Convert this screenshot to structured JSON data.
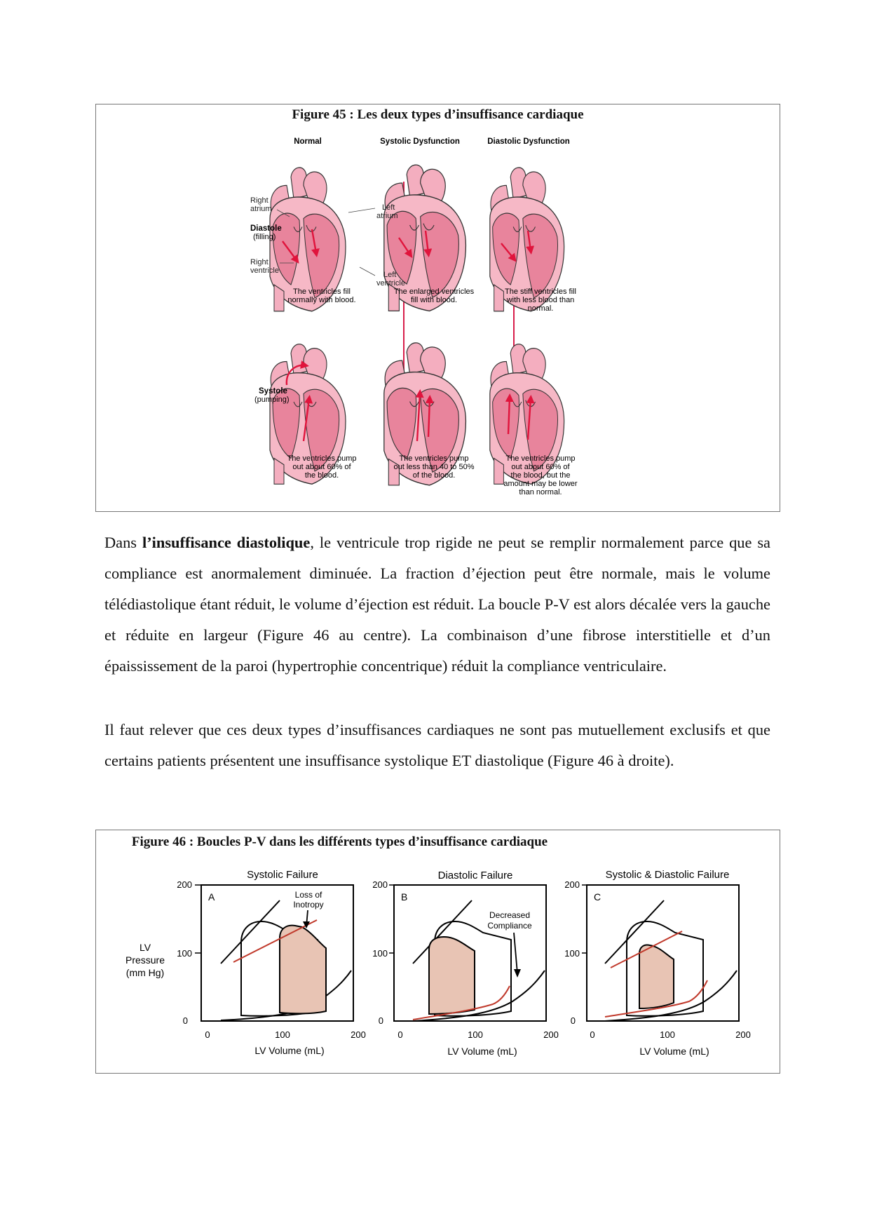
{
  "figure45": {
    "title": "Figure 45 : Les deux types d’insuffisance cardiaque",
    "columns": [
      "Normal",
      "Systolic Dysfunction",
      "Diastolic Dysfunction"
    ],
    "row_labels": {
      "diastole": {
        "name": "Diastole",
        "sub": "(filling)"
      },
      "systole": {
        "name": "Systole",
        "sub": "(pumping)"
      }
    },
    "anatomy_labels": {
      "right_atrium": [
        "Right",
        "atrium"
      ],
      "left_atrium": [
        "Left",
        "atrium"
      ],
      "right_ventricle": [
        "Right",
        "ventricle"
      ],
      "left_ventricle": [
        "Left",
        "ventricle"
      ]
    },
    "captions_diastole": [
      [
        "The ventricles fill",
        "normally with blood."
      ],
      [
        "The enlarged ventricles",
        "fill with blood."
      ],
      [
        "The stiff ventricles fill",
        "with less blood than",
        "normal."
      ]
    ],
    "captions_systole": [
      [
        "The ventricles pump",
        "out about 60% of",
        "the blood."
      ],
      [
        "The ventricles pump",
        "out less than 40 to 50%",
        "of the blood."
      ],
      [
        "The ventricles pump",
        "out about 60% of",
        "the blood, but the",
        "amount may be lower",
        "than normal."
      ]
    ]
  },
  "paragraph1": {
    "before": "Dans ",
    "bold": "l’insuffisance diastolique",
    "after": ", le ventricule trop rigide ne peut se remplir normalement parce que sa compliance est anormalement diminuée. La fraction d’éjection peut être normale, mais le volume télédiastolique étant réduit, le volume d’éjection est réduit. La boucle P-V est alors décalée vers la gauche et réduite en largeur (Figure 46 au centre). La combinaison d’une fibrose interstitielle et d’un épaississement de la paroi (hypertrophie concentrique) réduit la compliance ventriculaire."
  },
  "paragraph2": "Il faut relever que ces deux types d’insuffisances cardiaques ne sont pas mutuellement exclusifs et que certains patients présentent une insuffisance systolique ET diastolique (Figure 46 à droite).",
  "figure46": {
    "title": "Figure 46 : Boucles P-V dans les différents types d’insuffisance cardiaque",
    "y_axis_label": [
      "LV",
      "Pressure",
      "(mm Hg)"
    ],
    "x_axis_label": "LV Volume (mL)",
    "colors": {
      "line": "#000000",
      "highlight_line": "#c0392b",
      "loop_fill": "#e8c4b4"
    },
    "chart_data": [
      {
        "type": "line",
        "title": "Systolic Failure",
        "panel_letter": "A",
        "annotation": [
          "Loss of",
          "Inotropy"
        ],
        "xlabel": "LV Volume (mL)",
        "ylabel": "LV Pressure (mm Hg)",
        "xlim": [
          0,
          200
        ],
        "ylim": [
          0,
          200
        ],
        "x_ticks": [
          "0",
          "100",
          "200"
        ],
        "y_ticks": [
          "0",
          "100",
          "200"
        ]
      },
      {
        "type": "line",
        "title": "Diastolic Failure",
        "panel_letter": "B",
        "annotation": [
          "Decreased",
          "Compliance"
        ],
        "xlabel": "LV Volume (mL)",
        "ylabel": "LV Pressure (mm Hg)",
        "xlim": [
          0,
          200
        ],
        "ylim": [
          0,
          200
        ],
        "x_ticks": [
          "0",
          "100",
          "200"
        ],
        "y_ticks": [
          "0",
          "100",
          "200"
        ]
      },
      {
        "type": "line",
        "title": "Systolic & Diastolic Failure",
        "panel_letter": "C",
        "annotation": [],
        "xlabel": "LV Volume (mL)",
        "ylabel": "LV Pressure (mm Hg)",
        "xlim": [
          0,
          200
        ],
        "ylim": [
          0,
          200
        ],
        "x_ticks": [
          "0",
          "100",
          "200"
        ],
        "y_ticks": [
          "0",
          "100",
          "200"
        ]
      }
    ]
  }
}
